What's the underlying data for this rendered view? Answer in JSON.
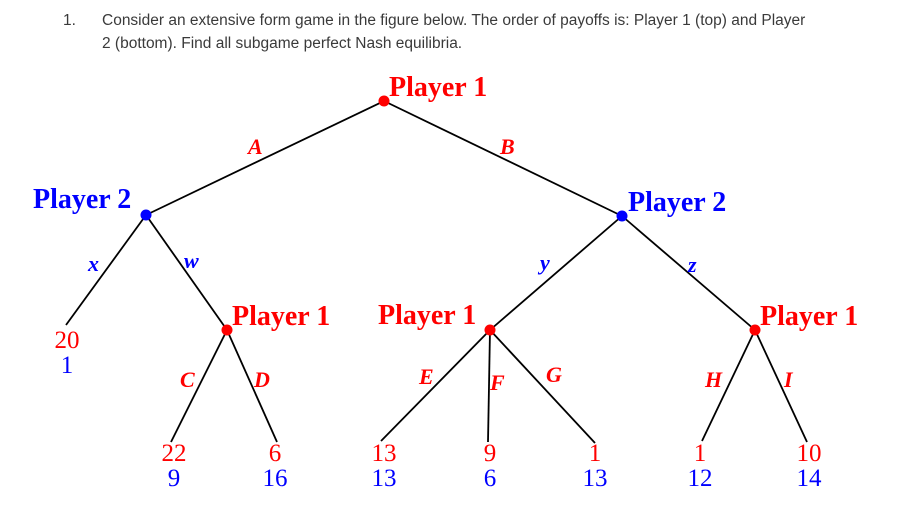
{
  "question": {
    "number": "1.",
    "lines": [
      "Consider an extensive form game in the figure below. The order of payoffs is: Player 1 (top) and Player",
      "2 (bottom). Find all subgame perfect Nash equilibria."
    ]
  },
  "tree": {
    "nodes": {
      "root": {
        "player": "Player 1"
      },
      "left_p2": {
        "player": "Player 2"
      },
      "right_p2": {
        "player": "Player 2"
      },
      "left_p1": {
        "player": "Player 1"
      },
      "center_p1": {
        "player": "Player 1"
      },
      "right_p1": {
        "player": "Player 1"
      }
    },
    "actions": {
      "a": "A",
      "b": "B",
      "x": "x",
      "w": "w",
      "y": "y",
      "z": "z",
      "c": "C",
      "d": "D",
      "e": "E",
      "f": "F",
      "g": "G",
      "h": "H",
      "i": "I"
    },
    "payoffs": {
      "x": {
        "p1": "20",
        "p2": "1"
      },
      "c": {
        "p1": "22",
        "p2": "9"
      },
      "d": {
        "p1": "6",
        "p2": "16"
      },
      "e": {
        "p1": "13",
        "p2": "13"
      },
      "f": {
        "p1": "9",
        "p2": "6"
      },
      "g": {
        "p1": "1",
        "p2": "13"
      },
      "h": {
        "p1": "1",
        "p2": "12"
      },
      "i": {
        "p1": "10",
        "p2": "14"
      }
    },
    "colors": {
      "player1": "#ff0000",
      "player2": "#0000ff",
      "edge": "#000000"
    }
  }
}
